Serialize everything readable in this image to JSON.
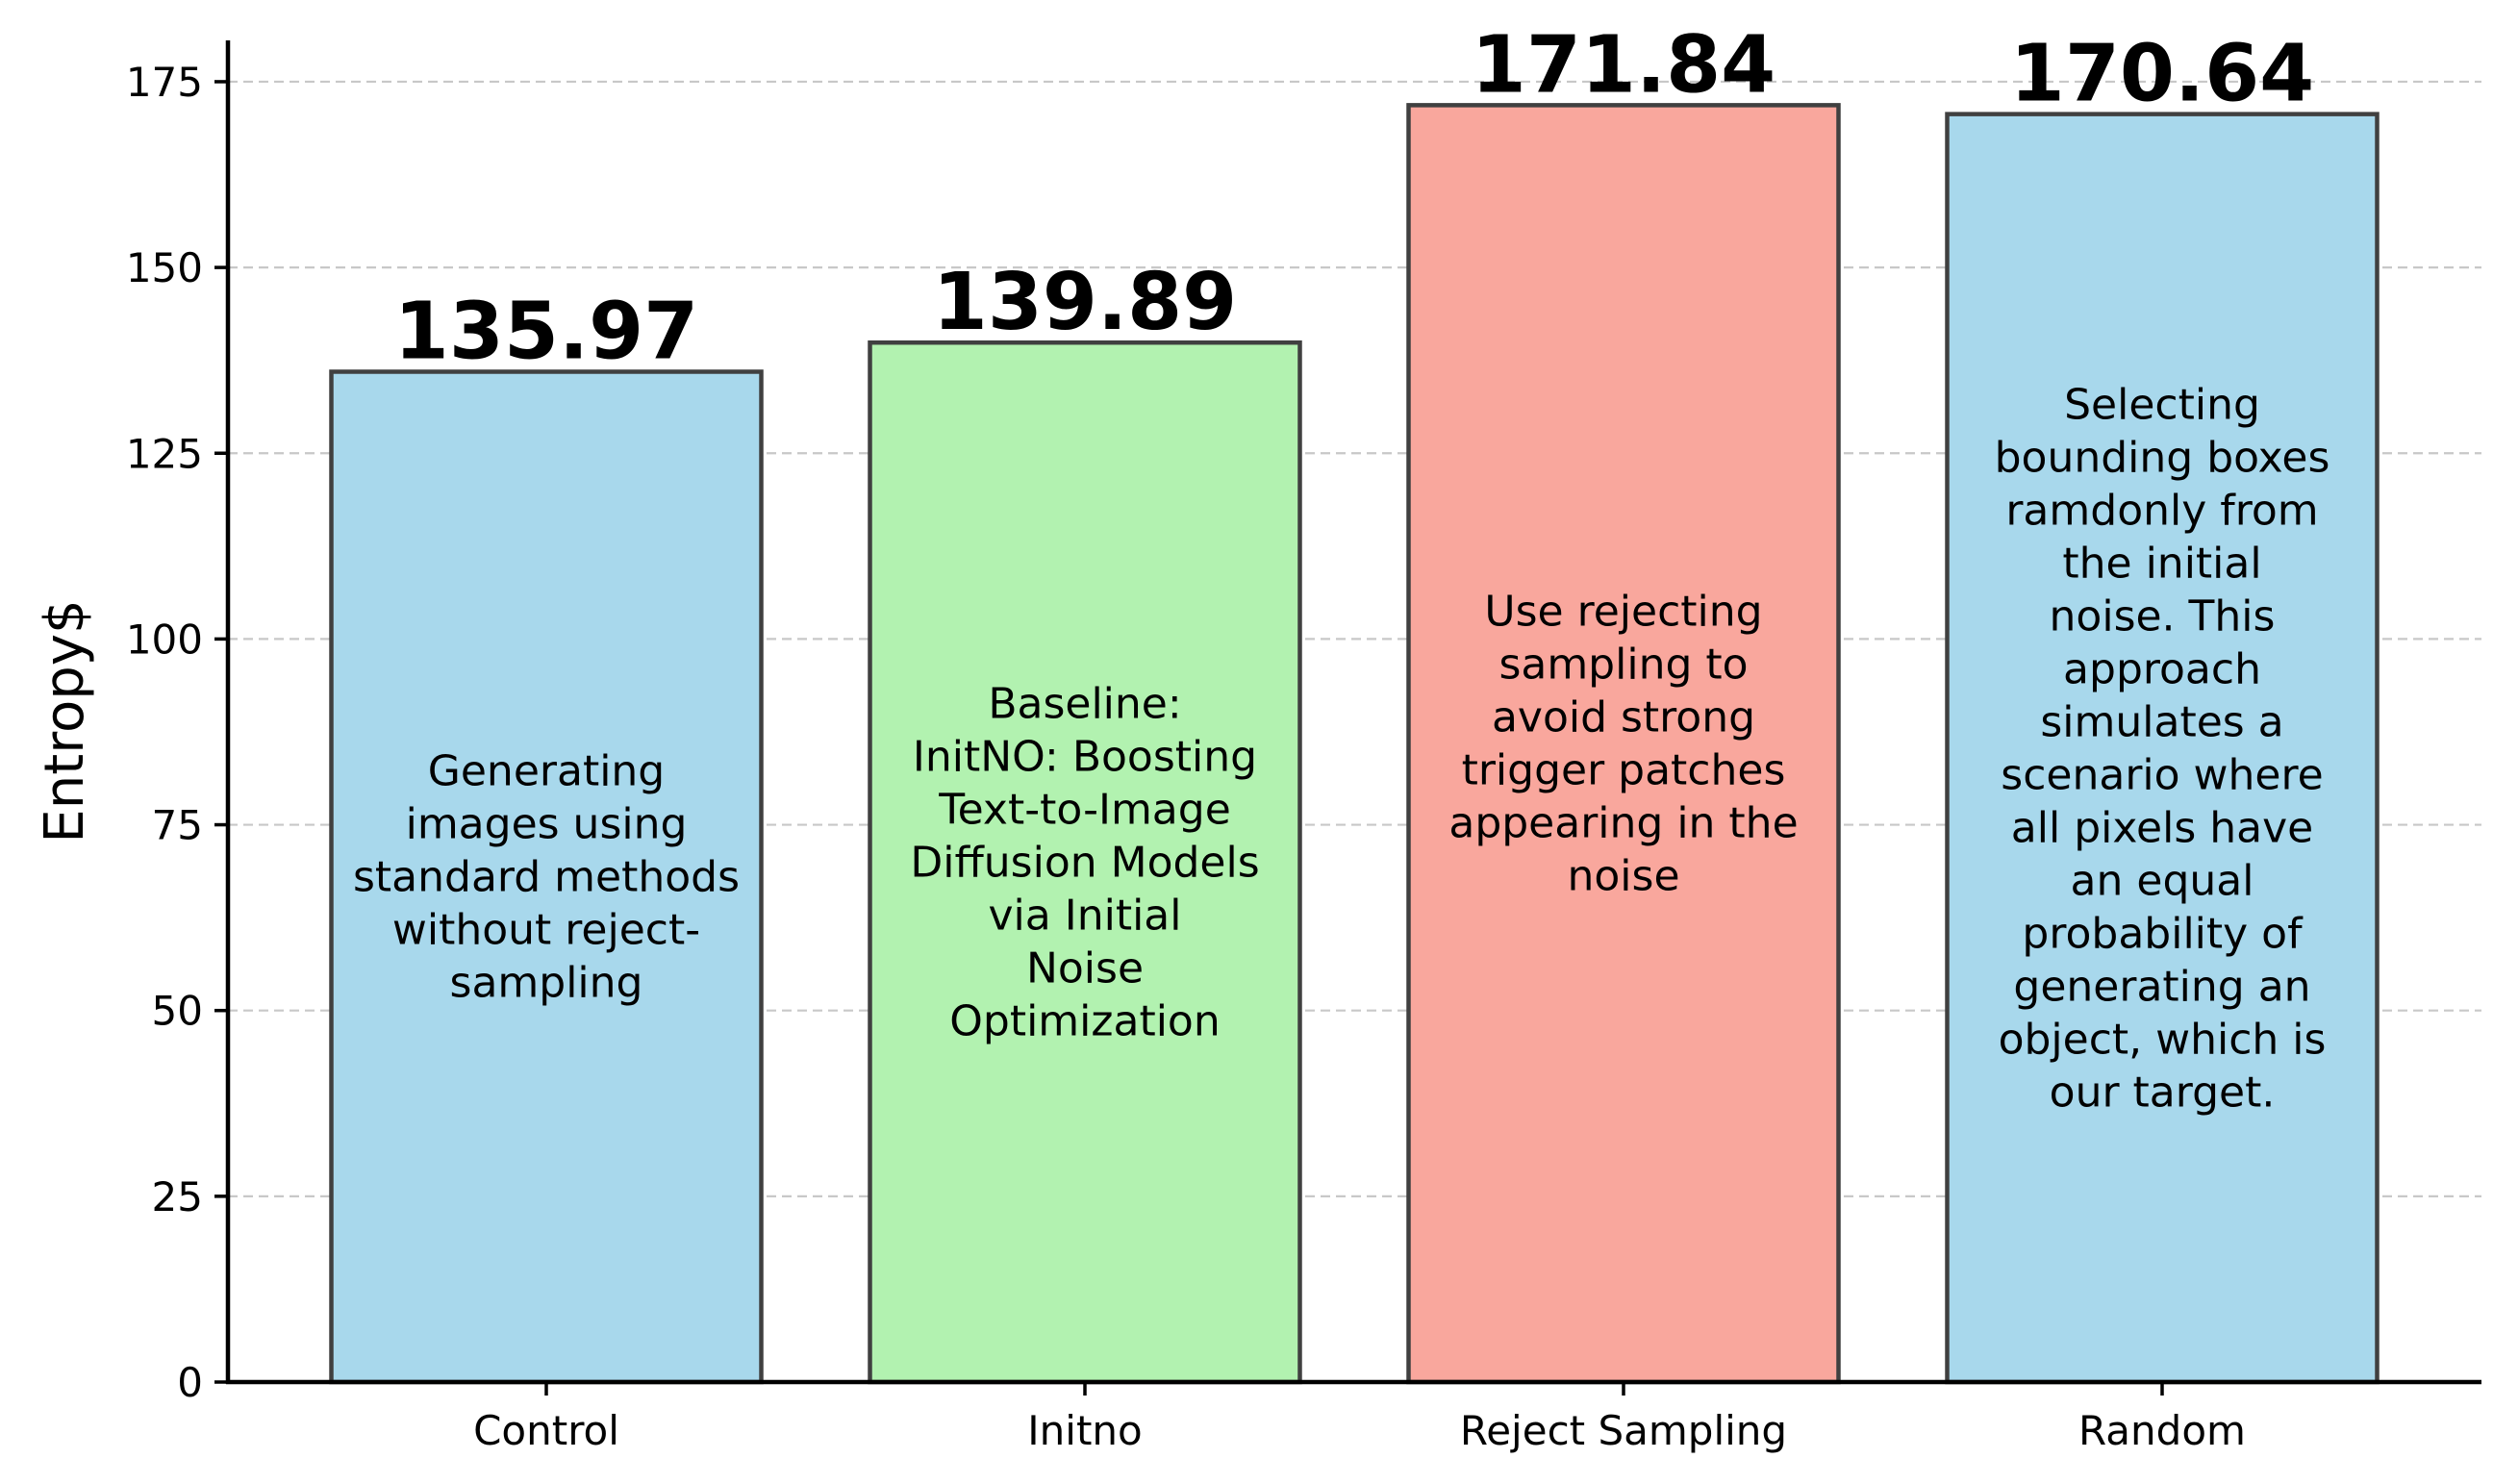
{
  "chart_data": {
    "type": "bar",
    "title": "",
    "xlabel": "",
    "ylabel": "Entropy$",
    "ylim": [
      0,
      180
    ],
    "yticks": [
      0,
      25,
      50,
      75,
      100,
      125,
      150,
      175
    ],
    "grid": "horizontal-dashed",
    "categories": [
      "Control",
      "Initno",
      "Reject Sampling",
      "Random"
    ],
    "values": [
      135.97,
      139.89,
      171.84,
      170.64
    ],
    "value_labels": [
      "135.97",
      "139.89",
      "171.84",
      "170.64"
    ],
    "bar_colors": [
      "#a8d8ec",
      "#b2f2b0",
      "#f9a79d",
      "#a8d8ec"
    ],
    "edge_color": "#404040",
    "annotations": [
      [
        "Generating",
        "images using",
        "standard methods",
        "without reject-",
        "sampling"
      ],
      [
        "Baseline:",
        "InitNO: Boosting",
        "Text-to-Image",
        "Diffusion Models",
        "via Initial",
        "Noise",
        "Optimization"
      ],
      [
        "Use rejecting",
        "sampling to",
        "avoid strong",
        "trigger patches",
        "appearing in the",
        "noise"
      ],
      [
        "Selecting",
        "bounding boxes",
        "ramdonly from",
        "the initial",
        "noise. This",
        "approach",
        "simulates a",
        "scenario where",
        "all pixels have",
        "an equal",
        "probability of",
        "generating an",
        "object, which is",
        "our target."
      ]
    ]
  }
}
